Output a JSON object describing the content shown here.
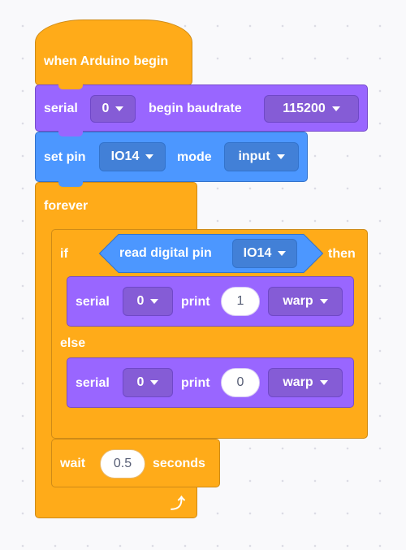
{
  "hat": {
    "label": "when Arduino begin"
  },
  "serial_begin": {
    "serial": "serial",
    "port": "0",
    "begin": "begin baudrate",
    "baud": "115200"
  },
  "set_pin": {
    "label": "set pin",
    "pin": "IO14",
    "mode_label": "mode",
    "mode": "input"
  },
  "forever": {
    "label": "forever",
    "loop_icon": "loop-arrow-icon"
  },
  "if_block": {
    "if": "if",
    "then": "then",
    "else": "else"
  },
  "read_pin": {
    "label": "read digital pin",
    "pin": "IO14"
  },
  "print_true": {
    "serial": "serial",
    "port": "0",
    "print": "print",
    "value": "1",
    "mode": "warp"
  },
  "print_false": {
    "serial": "serial",
    "port": "0",
    "print": "print",
    "value": "0",
    "mode": "warp"
  },
  "wait": {
    "label": "wait",
    "value": "0.5",
    "unit": "seconds"
  },
  "colors": {
    "events": "#ffab19",
    "serial": "#9966ff",
    "pins": "#4c97ff",
    "background": "#f9f9fb"
  }
}
